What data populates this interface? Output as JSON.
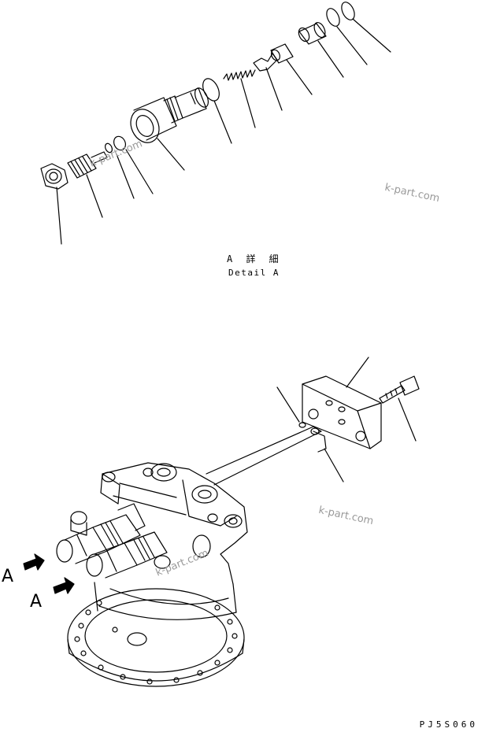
{
  "detail": {
    "title_jp": "A 詳 細",
    "title_en": "Detail A"
  },
  "view_labels": [
    "A",
    "A"
  ],
  "drawing_code": "PJ5S060",
  "watermarks": [
    "k-part.com",
    "k-part.com",
    "k-part.com",
    "k-part.com"
  ],
  "colors": {
    "line": "#000000",
    "background": "#ffffff",
    "watermark": "#9a9a9a"
  }
}
